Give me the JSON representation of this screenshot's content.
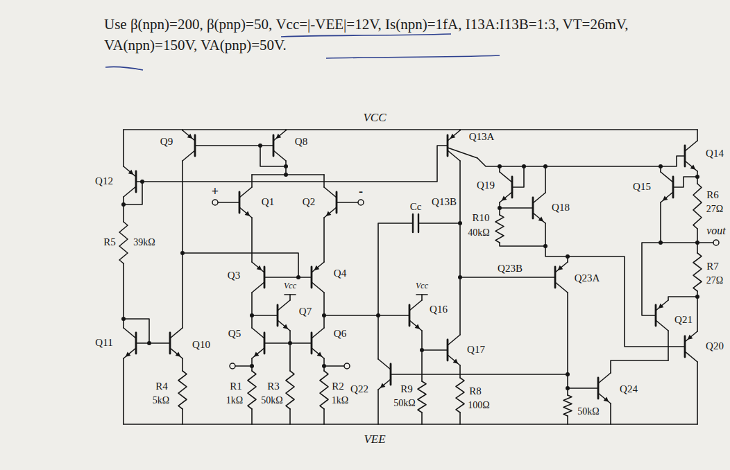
{
  "diagram": {
    "labels": [
      "Use β(npn)=200, β(pnp)=50, Vcc=|-VEE|=12V, Is(npn)=1fA, I13A:I13B=1:3, VT=26mV, VA(npn)=150V, VA(pnp)=50V.",
      "VCC",
      "Q9",
      "Q8",
      "Q13A",
      "Q13B",
      "Q14",
      "Q12",
      "Q19",
      "Q15",
      "Q18",
      "R6",
      "27Ω",
      "Cc",
      "vout",
      "Q1",
      "Q2",
      "+",
      "-",
      "R10",
      "40kΩ",
      "R7",
      "27Ω",
      "R5",
      "39kΩ",
      "Q3",
      "Q4",
      "Vcc",
      "Q7",
      "Vcc",
      "Q16",
      "Q23B",
      "Q23A",
      "Q21",
      "Q20",
      "Q11",
      "Q10",
      "Q5",
      "Q6",
      "Q17",
      "Q22",
      "R9",
      "50kΩ",
      "R8",
      "100Ω",
      "R4",
      "5kΩ",
      "R1",
      "1kΩ",
      "R3",
      "50kΩ",
      "R2",
      "1kΩ",
      "Q24",
      "50kΩ",
      "VEE"
    ]
  }
}
